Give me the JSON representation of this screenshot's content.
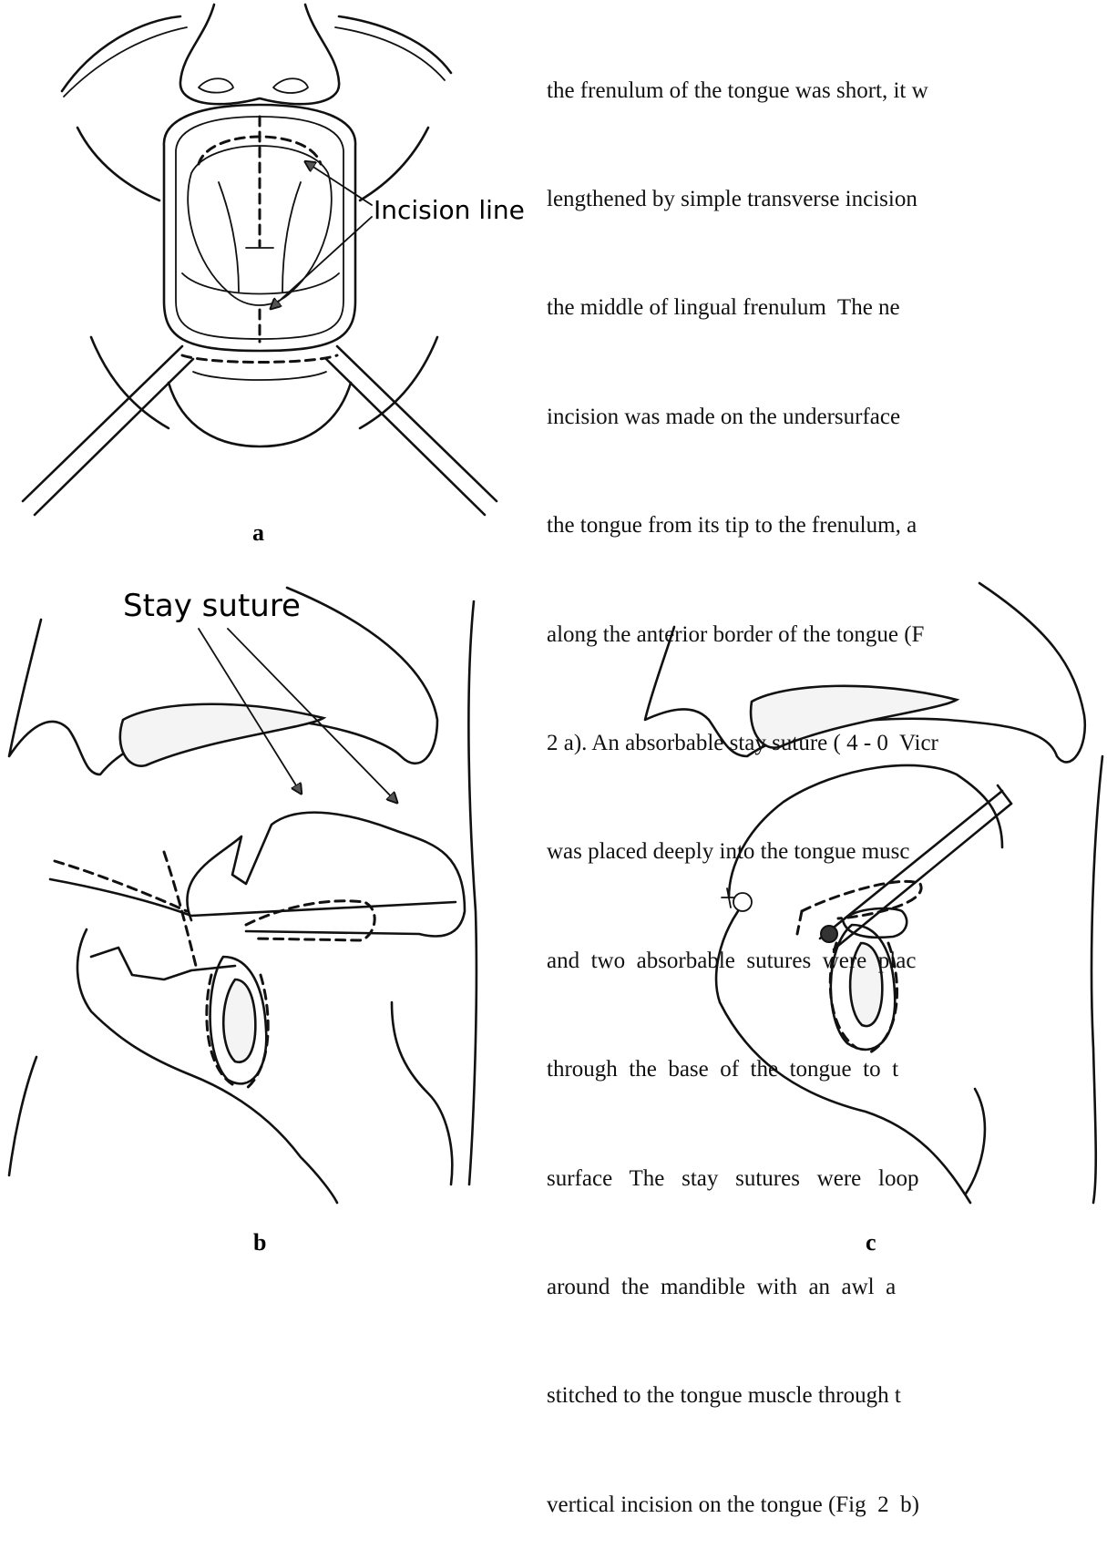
{
  "paragraph": {
    "lines": [
      "the frenulum of the tongue was short, it w",
      "lengthened by simple transverse incision",
      "the middle of lingual frenulum  The ne",
      "incision was made on the undersurface",
      "the tongue from its tip to the frenulum, a",
      "along the anterior border of the tongue (F",
      "2 a). An absorbable stay suture ( 4 - 0  Vicr",
      "was placed deeply into the tongue musc",
      "and  two  absorbable  sutures  were  plac",
      "through  the  base  of  the  tongue  to  t",
      "surface   The   stay   sutures   were   loop",
      "around  the  mandible  with  an  awl  a",
      "stitched to the tongue muscle through t",
      "vertical incision on the tongue (Fig  2  b)"
    ]
  },
  "figures": {
    "a": {
      "panel_label": "a",
      "callout": "Incision line"
    },
    "b": {
      "panel_label": "b",
      "callout": "Stay suture"
    },
    "c": {
      "panel_label": "c"
    }
  }
}
